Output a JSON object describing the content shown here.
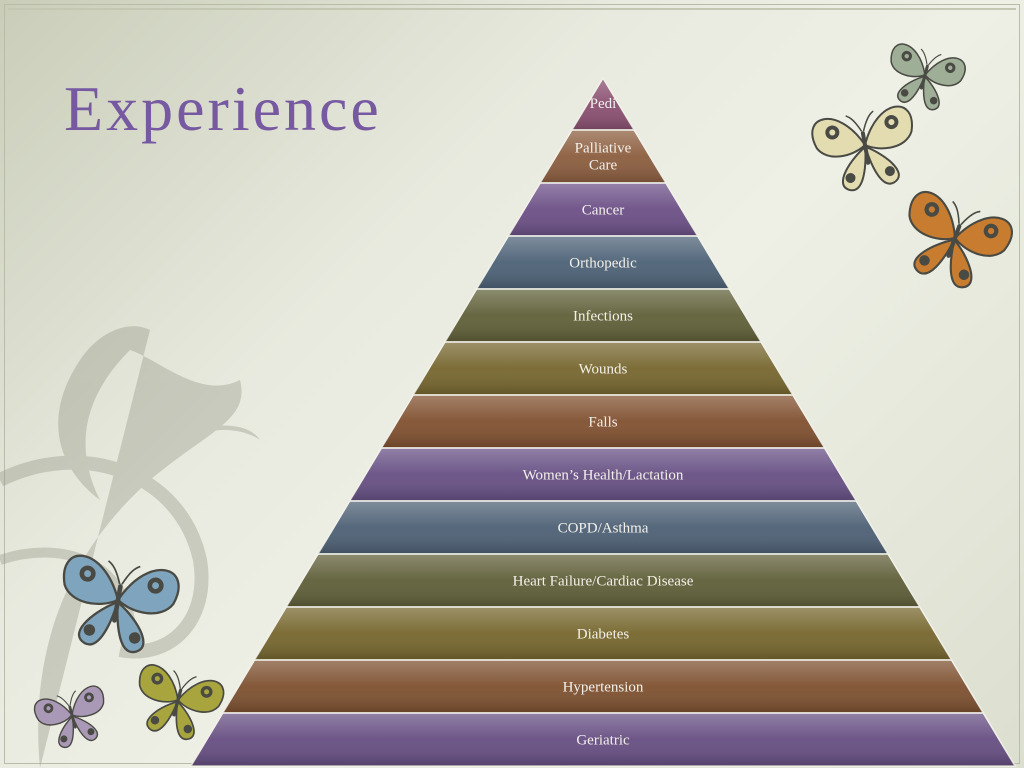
{
  "slide": {
    "title": "Experience"
  },
  "pyramid": {
    "levels": [
      {
        "label": "Pedi",
        "color": "#8a4f70"
      },
      {
        "label": "Palliative Care",
        "color": "#8b5d3e"
      },
      {
        "label": "Cancer",
        "color": "#6b4f86"
      },
      {
        "label": "Orthopedic",
        "color": "#4c6176"
      },
      {
        "label": "Infections",
        "color": "#5f5f38"
      },
      {
        "label": "Wounds",
        "color": "#76662e"
      },
      {
        "label": "Falls",
        "color": "#80502f"
      },
      {
        "label": "Women’s Health/Lactation",
        "color": "#664f83"
      },
      {
        "label": "COPD/Asthma",
        "color": "#4d6075"
      },
      {
        "label": "Heart Failure/Cardiac Disease",
        "color": "#5f5e38"
      },
      {
        "label": "Diabetes",
        "color": "#76662d"
      },
      {
        "label": "Hypertension",
        "color": "#7d502f"
      },
      {
        "label": "Geriatric",
        "color": "#664e82"
      }
    ]
  },
  "butterflies": [
    {
      "name": "butterfly-icon-top-green",
      "color": "#9fae96"
    },
    {
      "name": "butterfly-icon-cream",
      "color": "#e3dcb1"
    },
    {
      "name": "butterfly-icon-orange",
      "color": "#c77c2f"
    },
    {
      "name": "butterfly-icon-blue",
      "color": "#7fa4bd"
    },
    {
      "name": "butterfly-icon-lilac",
      "color": "#a998b6"
    },
    {
      "name": "butterfly-icon-olive",
      "color": "#a8a53f"
    }
  ]
}
